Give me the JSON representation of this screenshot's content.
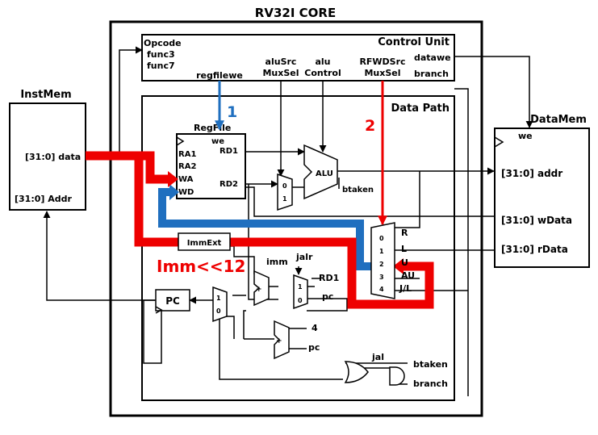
{
  "title": "RV32I CORE",
  "blocks": {
    "control_unit": "Control Unit",
    "data_path": "Data Path",
    "inst_mem": "InstMem",
    "data_mem": "DataMem",
    "regfile": "RegFile",
    "alu": "ALU",
    "immext": "ImmExt",
    "pc": "PC"
  },
  "control_inputs": {
    "opcode": "Opcode",
    "func3": "func3",
    "func7": "func7"
  },
  "control_outputs": {
    "regfilewe": "regfilewe",
    "alusrc_1": "aluSrc",
    "alusrc_2": "MuxSel",
    "aluctrl_1": "alu",
    "aluctrl_2": "Control",
    "rfwdsrc_1": "RFWDSrc",
    "rfwdsrc_2": "MuxSel",
    "datawe": "datawe",
    "branch": "branch"
  },
  "regfile_ports": {
    "we": "we",
    "ra1": "RA1",
    "ra2": "RA2",
    "wa": "WA",
    "wd": "WD",
    "rd1": "RD1",
    "rd2": "RD2"
  },
  "instmem_ports": {
    "data": "[31:0] data",
    "addr": "[31:0] Addr"
  },
  "datamem_ports": {
    "we": "we",
    "addr": "[31:0] addr",
    "wdata": "[31:0] wData",
    "rdata": "[31:0] rData"
  },
  "alu_out": "btaken",
  "wd_mux_inputs": [
    "0",
    "1",
    "2",
    "3",
    "4"
  ],
  "wd_mux_labels": {
    "r": "R",
    "l": "L",
    "u": "U",
    "au": "AU",
    "jl": "J/L"
  },
  "alu_mux_inputs": [
    "0",
    "1"
  ],
  "jalr_mux_inputs": [
    "1",
    "0"
  ],
  "pc_mux_inputs": [
    "1",
    "0"
  ],
  "signals": {
    "imm": "imm",
    "jalr": "jalr",
    "rd1": "RD1",
    "pc1": "pc",
    "four": "4",
    "pc2": "pc",
    "jal": "jal",
    "btaken": "btaken",
    "branch": "branch",
    "plus": "+"
  },
  "annotations": {
    "one": "1",
    "two": "2",
    "imm_shift": "Imm<<12"
  },
  "colors": {
    "red": "#ee0000",
    "blue": "#1f6fbf",
    "black": "#000000"
  }
}
